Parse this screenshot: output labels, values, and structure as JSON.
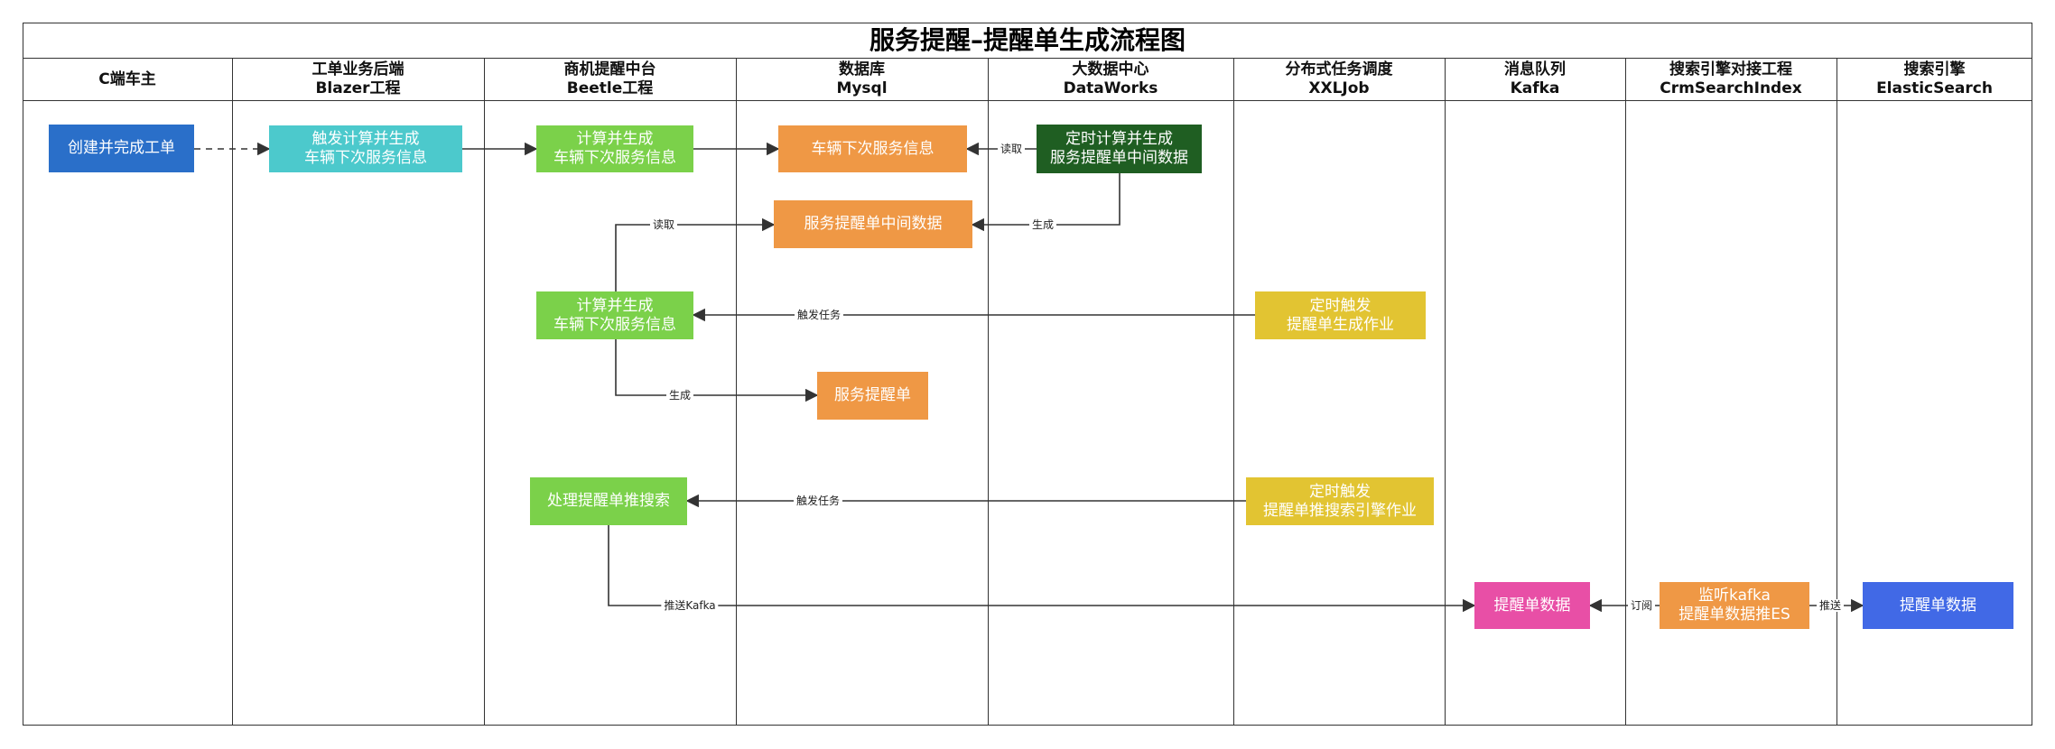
{
  "title": "服务提醒–提醒单生成流程图",
  "lanes": [
    {
      "line1": "C端车主",
      "line2": ""
    },
    {
      "line1": "工单业务后端",
      "line2": "Blazer工程"
    },
    {
      "line1": "商机提醒中台",
      "line2": "Beetle工程"
    },
    {
      "line1": "数据库",
      "line2": "Mysql"
    },
    {
      "line1": "大数据中心",
      "line2": "DataWorks"
    },
    {
      "line1": "分布式任务调度",
      "line2": "XXLJob"
    },
    {
      "line1": "消息队列",
      "line2": "Kafka"
    },
    {
      "line1": "搜索引擎对接工程",
      "line2": "CrmSearchIndex"
    },
    {
      "line1": "搜索引擎",
      "line2": "ElasticSearch"
    }
  ],
  "nodes": {
    "create_order": {
      "line1": "创建并完成工单",
      "line2": "",
      "color": "#2a6fc9"
    },
    "trigger_calc": {
      "line1": "触发计算并生成",
      "line2": "车辆下次服务信息",
      "color": "#4cc9cc"
    },
    "beetle_calc_1": {
      "line1": "计算并生成",
      "line2": "车辆下次服务信息",
      "color": "#7bd14a"
    },
    "mysql_vehicle_info": {
      "line1": "车辆下次服务信息",
      "line2": "",
      "color": "#ef9845"
    },
    "dw_schedule_calc": {
      "line1": "定时计算并生成",
      "line2": "服务提醒单中间数据",
      "color": "#1f5e22"
    },
    "mysql_intermediate": {
      "line1": "服务提醒单中间数据",
      "line2": "",
      "color": "#ef9845"
    },
    "beetle_calc_2": {
      "line1": "计算并生成",
      "line2": "车辆下次服务信息",
      "color": "#7bd14a"
    },
    "xxl_trigger_gen": {
      "line1": "定时触发",
      "line2": "提醒单生成作业",
      "color": "#e2c432"
    },
    "mysql_reminder": {
      "line1": "服务提醒单",
      "line2": "",
      "color": "#ef9845"
    },
    "beetle_push_search": {
      "line1": "处理提醒单推搜索",
      "line2": "",
      "color": "#7bd14a"
    },
    "xxl_trigger_push": {
      "line1": "定时触发",
      "line2": "提醒单推搜索引擎作业",
      "color": "#e2c432"
    },
    "kafka_reminder_data": {
      "line1": "提醒单数据",
      "line2": "",
      "color": "#e84fa6"
    },
    "crm_listen": {
      "line1": "监听kafka",
      "line2": "提醒单数据推ES",
      "color": "#ef9845"
    },
    "es_reminder_data": {
      "line1": "提醒单数据",
      "line2": "",
      "color": "#4169e6"
    }
  },
  "edge_labels": {
    "read_1": "读取",
    "generate_1": "生成",
    "read_2": "读取",
    "trigger_task_1": "触发任务",
    "generate_2": "生成",
    "trigger_task_2": "触发任务",
    "push_kafka": "推送Kafka",
    "subscribe": "订阅",
    "push": "推送"
  }
}
